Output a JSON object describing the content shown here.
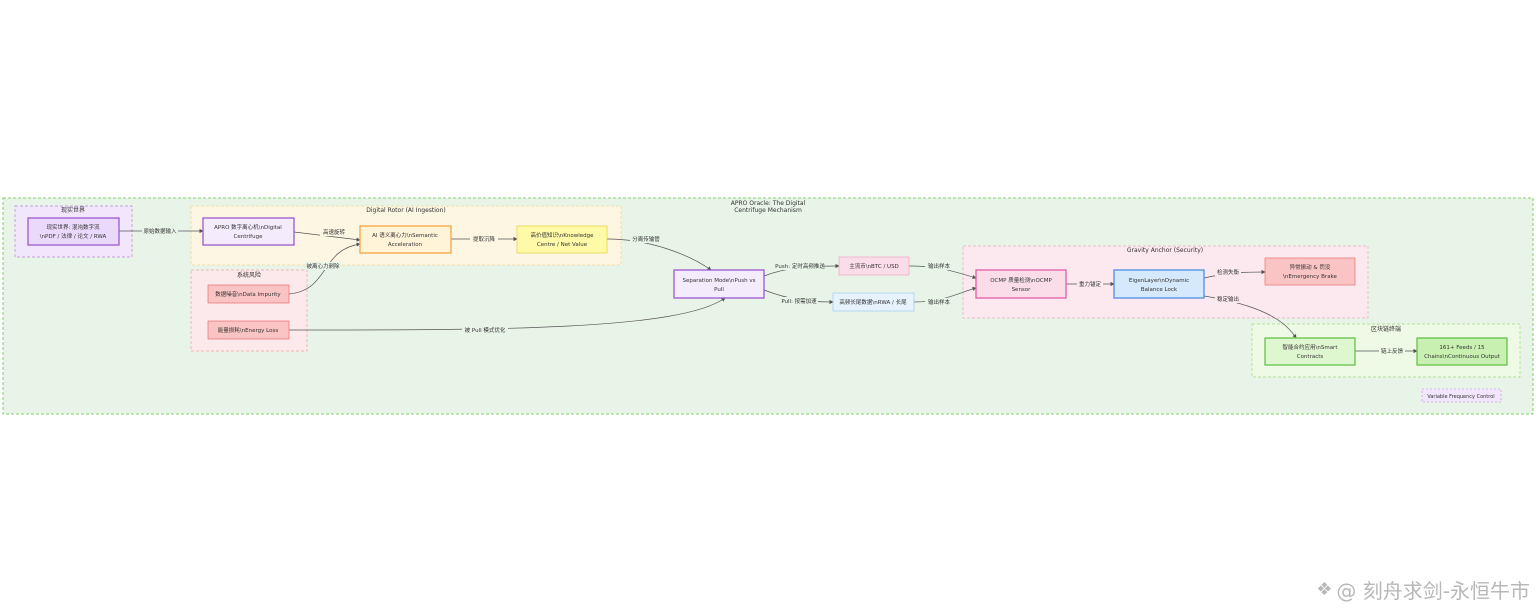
{
  "outer": {
    "title_line1": "APRO Oracle: The Digital",
    "title_line2": "Centrifuge Mechanism"
  },
  "groups": {
    "physical": "现实世界",
    "risk": "系统风险",
    "rotor": "Digital Rotor (AI Ingestion)",
    "anchor": "Gravity Anchor (Security)",
    "chain": "区块链终端"
  },
  "nodes": {
    "physical_node": [
      "现实世界: 混沌数字流",
      "\\nPDF / 法律 / 论文 / RWA"
    ],
    "impurity": [
      "数据噪音\\nData Impurity"
    ],
    "energy_loss": [
      "能量损耗\\nEnergy Loss"
    ],
    "centrifuge": [
      "APRO 数字离心机\\nDigital",
      "Centrifuge"
    ],
    "semantic": [
      "AI 语义离心力\\nSemantic",
      "Acceleration"
    ],
    "knowledge": [
      "高价值知识\\nKnowledge",
      "Centre / Net Value"
    ],
    "separation": [
      "Separation Mode\\nPush vs",
      "Pull"
    ],
    "push_target": [
      "主流币\\nBTC / USD"
    ],
    "pull_target": [
      "高频长尾数据\\nRWA / 长尾"
    ],
    "ocmp": [
      "OCMP 质量检测\\nOCMP",
      "Sensor"
    ],
    "eigen": [
      "EigenLayer\\nDynamic",
      "Balance Lock"
    ],
    "emergency": [
      "异常振动 & 罚没",
      "\\nEmergency Brake"
    ],
    "smart": [
      "智能合约应用\\nSmart",
      "Contracts"
    ],
    "feeds": [
      "161+ Feeds / 15",
      "Chains\\nContinuous Output"
    ]
  },
  "edges": {
    "e1": "原始数据输入",
    "e2": "高速旋转",
    "e3": "提取沉降",
    "e4": "分离传输管",
    "e5": "Push: 定时高频推送",
    "e6": "Pull: 按需加速",
    "e7": "输出样本",
    "e8": "输出样本",
    "e9": "重力锚定",
    "e10": "检测失衡",
    "e11": "稳定输出",
    "e12": "链上反馈",
    "e13": "被离心力剥除",
    "e14": "被 Pull 模式优化"
  },
  "legend": "Variable Frequency Control",
  "watermark": "@ 刻舟求剑-永恒牛市",
  "colors": {
    "outer_fill": "#e9f4e9",
    "outer_stroke": "#7ed36a",
    "purple_fill": "#ebd9fb",
    "purple_stroke": "#9b59d0",
    "red_fill": "#fbc4c4",
    "red_stroke": "#e86e6e",
    "orange_fill": "#fff4d8",
    "orange_stroke": "#f5a742",
    "yellow_fill": "#fffaa8",
    "yellow_stroke": "#e8d34c",
    "pink_fill": "#fbdde9",
    "pink_stroke": "#e05ca9",
    "blue_fill": "#d6e8fb",
    "blue_stroke": "#4b8fe0",
    "green_fill": "#c8f0b0",
    "green_stroke": "#67c24a"
  }
}
